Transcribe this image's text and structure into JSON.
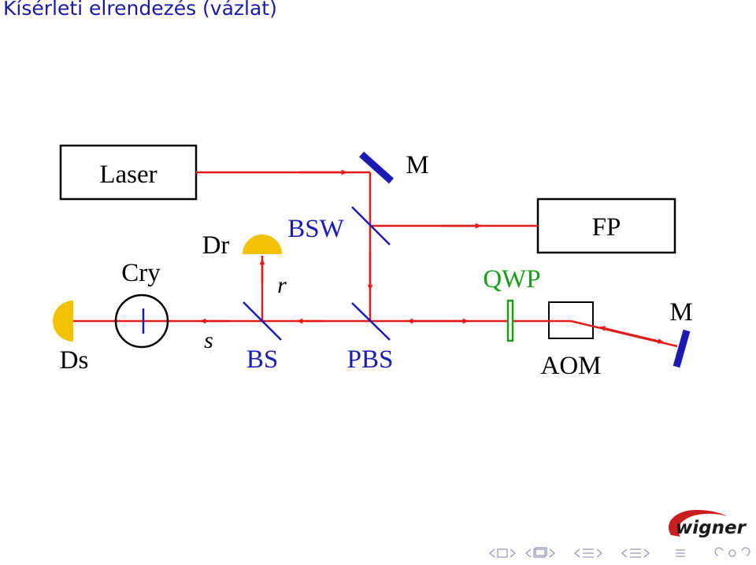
{
  "slide": {
    "title": "Kísérleti elrendezés (vázlat)"
  },
  "diagram": {
    "labels": {
      "laser": "Laser",
      "mirror_top": "M",
      "bsw": "BSW",
      "fp": "FP",
      "dr": "Dr",
      "cry": "Cry",
      "r": "r",
      "qwp": "QWP",
      "mirror_right": "M",
      "ds": "Ds",
      "s": "s",
      "bs": "BS",
      "pbs": "PBS",
      "aom": "AOM"
    },
    "colors": {
      "beam": "#e31a1a",
      "optic_blue": "#1a1ab4",
      "qwp_green": "#1a9e1a",
      "detector_yellow": "#f2c200",
      "logo_red": "#c81e1e"
    }
  },
  "logo": {
    "text": "wigner"
  },
  "navigation": {
    "icons": [
      "nav-left-arrow-icon",
      "nav-frame-icon",
      "nav-right-arrow-icon",
      "nav-left-arrow-icon",
      "nav-subsection-icon",
      "nav-right-arrow-icon",
      "nav-left-arrow-icon",
      "nav-section-icon",
      "nav-right-arrow-icon",
      "nav-left-arrow-icon",
      "nav-section-icon",
      "nav-right-arrow-icon",
      "nav-align-icon",
      "nav-undo-icon",
      "nav-search-icon",
      "nav-redo-icon"
    ]
  }
}
